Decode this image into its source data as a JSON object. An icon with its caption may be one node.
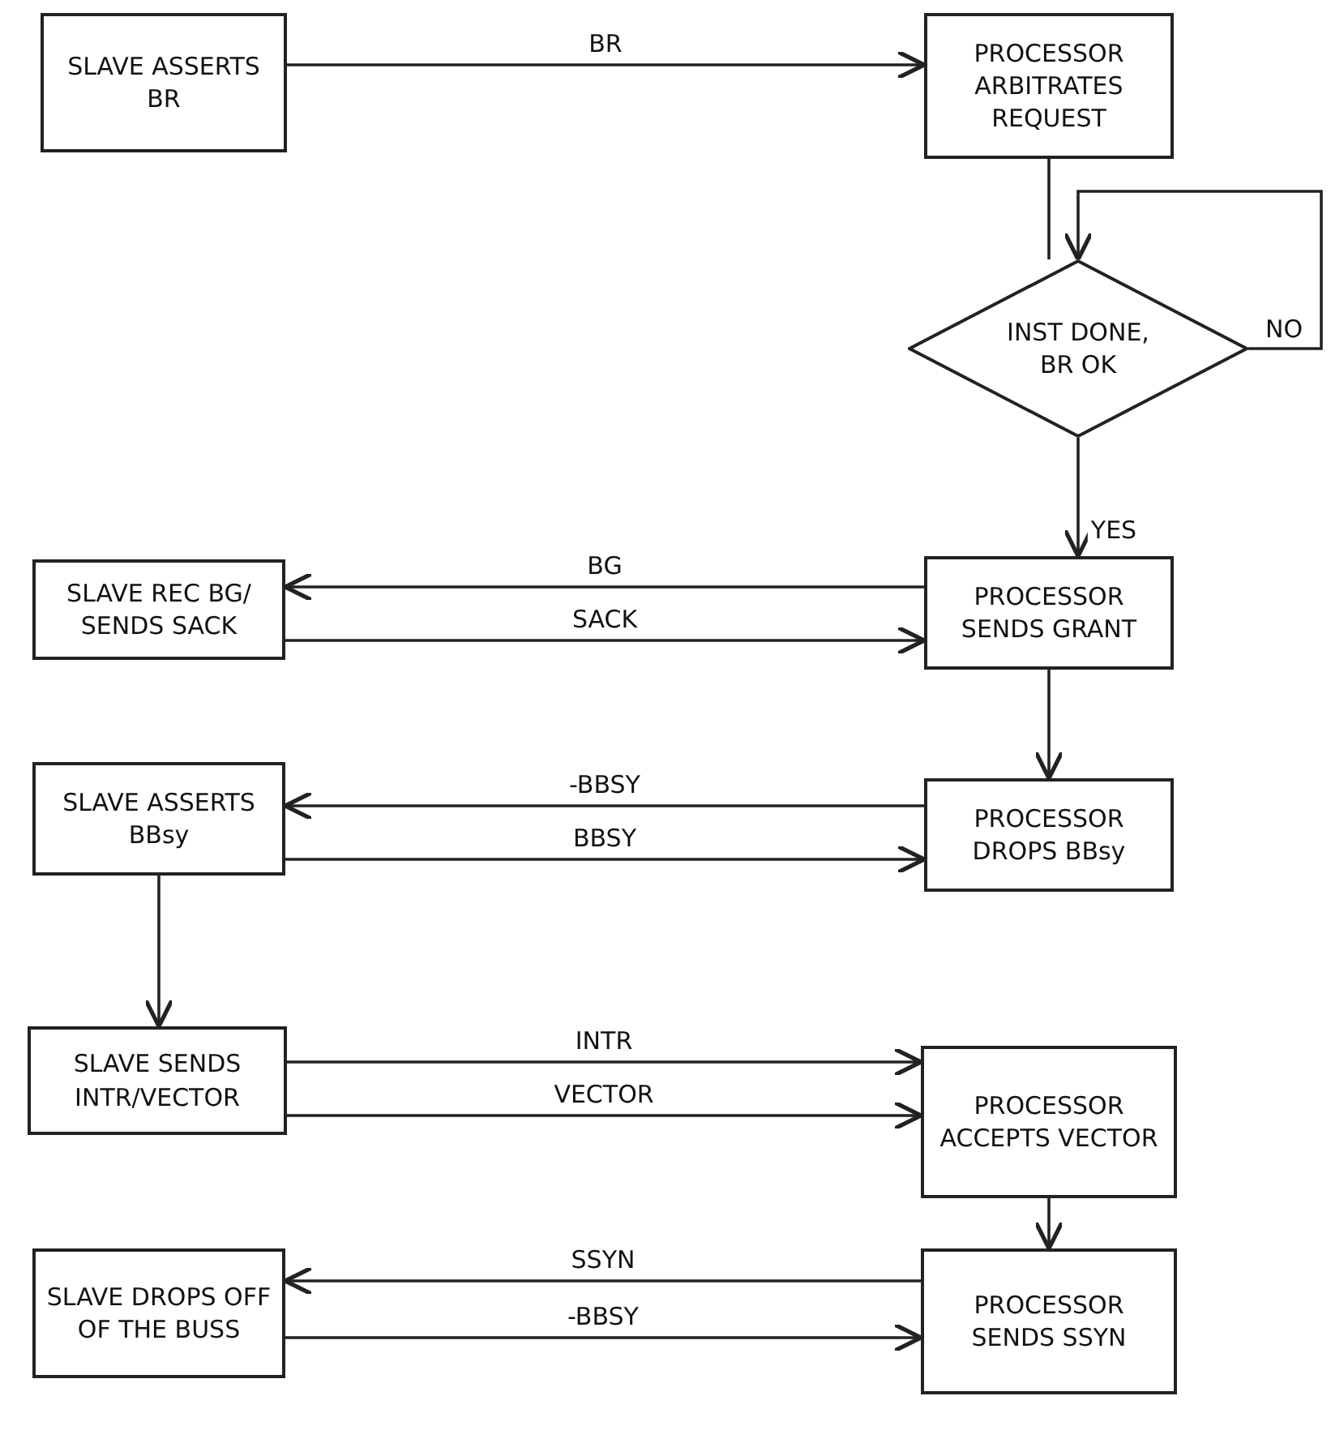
{
  "diagram": {
    "nodes": [
      {
        "text": [
          "SLAVE ASSERTS BR"
        ]
      },
      {
        "text": [
          "PROCESSOR ARBITRATES REQUEST"
        ]
      },
      {
        "text": [
          "INST DONE, BR OK"
        ]
      },
      {
        "text": [
          "SLAVE REC BG/ SENDS SACK"
        ]
      },
      {
        "text": [
          "PROCESSOR SENDS GRANT"
        ]
      },
      {
        "text": [
          "SLAVE ASSERTS BBsy"
        ]
      },
      {
        "text": [
          "PROCESSOR DROPS BBsy"
        ]
      },
      {
        "text": [
          "SLAVE SENDS INTR/VECTOR"
        ]
      },
      {
        "text": [
          "PROCESSOR ACCEPTS VECTOR"
        ]
      },
      {
        "text": [
          "SLAVE DROPS OFF OF THE BUSS"
        ]
      },
      {
        "text": [
          "PROCESSOR SENDS SSYN"
        ]
      }
    ],
    "edges": [
      {
        "from": 0,
        "to": 1,
        "arrow": "to",
        "label": "BR"
      },
      {
        "from": 1,
        "to": 2,
        "arrow": "none"
      },
      {
        "from": 2,
        "to": 2,
        "arrow": "to",
        "label": "NO"
      },
      {
        "from": 2,
        "to": 4,
        "arrow": "to",
        "label": "YES"
      },
      {
        "from": 4,
        "to": 3,
        "arrow": "to",
        "label": "BG"
      },
      {
        "from": 3,
        "to": 4,
        "arrow": "to",
        "label": "SACK"
      },
      {
        "from": 4,
        "to": 6,
        "arrow": "to"
      },
      {
        "from": 6,
        "to": 5,
        "arrow": "to",
        "label": "-BBSY"
      },
      {
        "from": 5,
        "to": 6,
        "arrow": "to",
        "label": "BBSY"
      },
      {
        "from": 5,
        "to": 7,
        "arrow": "to"
      },
      {
        "from": 7,
        "to": 8,
        "arrow": "to",
        "label": "INTR"
      },
      {
        "from": 7,
        "to": 8,
        "arrow": "to",
        "label": "VECTOR"
      },
      {
        "from": 8,
        "to": 10,
        "arrow": "to"
      },
      {
        "from": 10,
        "to": 9,
        "arrow": "to",
        "label": "SSYN"
      },
      {
        "from": 9,
        "to": 10,
        "arrow": "to",
        "label": "-BBSY"
      }
    ]
  }
}
